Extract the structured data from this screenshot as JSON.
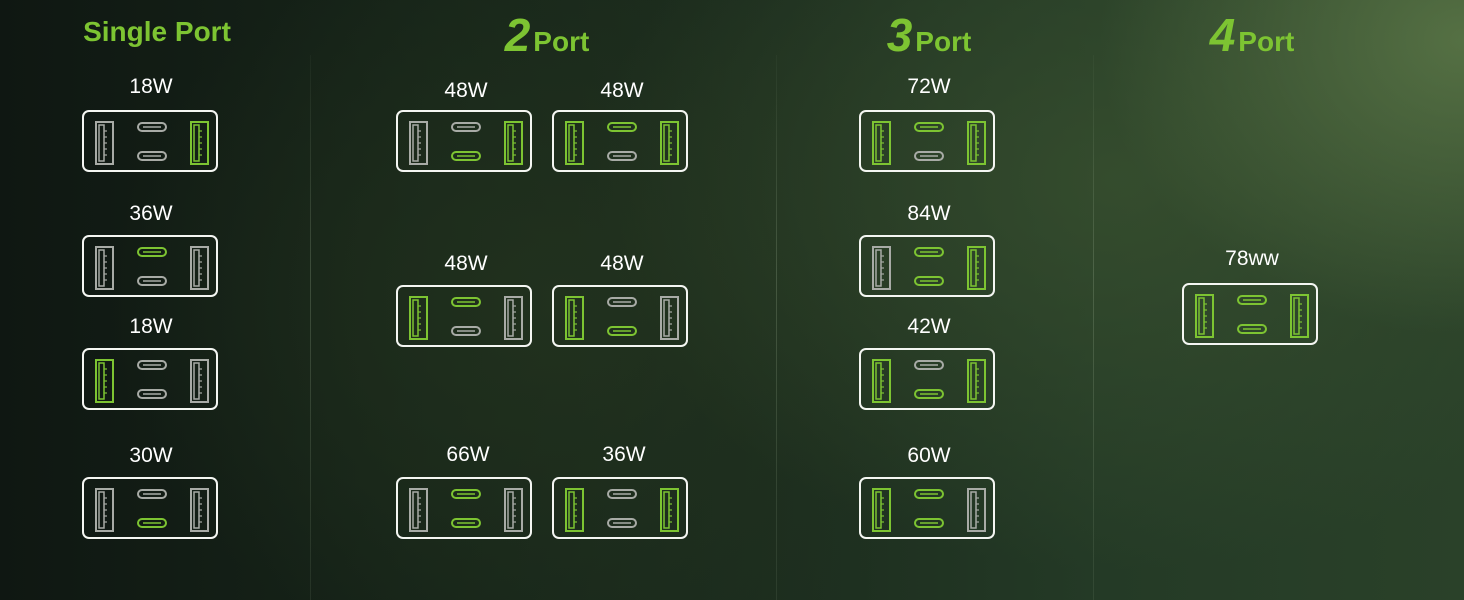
{
  "colors": {
    "active": "#7dc432",
    "inactive": "#a8aba6",
    "heading": "#7dc432",
    "text": "#ffffff",
    "box_border": "#f4f6f2"
  },
  "port_layout": [
    "usb-a-left",
    "usb-c-top",
    "usb-c-bottom",
    "usb-a-right"
  ],
  "columns": [
    {
      "heading_number": "",
      "heading_word": "Single Port",
      "configs": [
        {
          "label": "18W",
          "active": [
            false,
            false,
            false,
            true
          ]
        },
        {
          "label": "36W",
          "active": [
            false,
            true,
            false,
            false
          ]
        },
        {
          "label": "18W",
          "active": [
            true,
            false,
            false,
            false
          ]
        },
        {
          "label": "30W",
          "active": [
            false,
            false,
            true,
            false
          ]
        }
      ]
    },
    {
      "heading_number": "2",
      "heading_word": "Port",
      "configs": [
        {
          "label": "48W",
          "active": [
            false,
            false,
            true,
            true
          ]
        },
        {
          "label": "48W",
          "active": [
            true,
            true,
            false,
            true
          ]
        },
        {
          "label": "48W",
          "active": [
            true,
            true,
            false,
            false
          ]
        },
        {
          "label": "48W",
          "active": [
            true,
            false,
            true,
            false
          ]
        },
        {
          "label": "66W",
          "active": [
            false,
            true,
            true,
            false
          ]
        },
        {
          "label": "36W",
          "active": [
            true,
            false,
            false,
            true
          ]
        }
      ]
    },
    {
      "heading_number": "3",
      "heading_word": "Port",
      "configs": [
        {
          "label": "72W",
          "active": [
            true,
            true,
            false,
            true
          ]
        },
        {
          "label": "84W",
          "active": [
            false,
            true,
            true,
            true
          ]
        },
        {
          "label": "42W",
          "active": [
            true,
            false,
            true,
            true
          ]
        },
        {
          "label": "60W",
          "active": [
            true,
            true,
            true,
            false
          ]
        }
      ]
    },
    {
      "heading_number": "4",
      "heading_word": "Port",
      "configs": [
        {
          "label": "78ww",
          "active": [
            true,
            true,
            true,
            true
          ]
        }
      ]
    }
  ]
}
